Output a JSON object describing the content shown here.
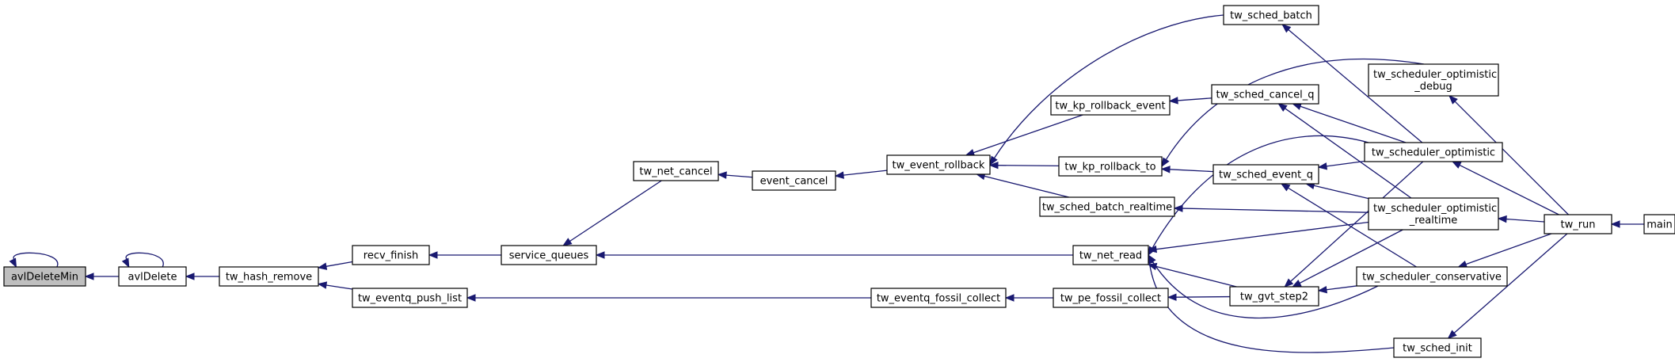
{
  "diagram": {
    "title": "",
    "colors": {
      "edge": "#191970",
      "focus_fill": "#bfbfbf",
      "node_fill": "#ffffff",
      "node_stroke": "#000000"
    },
    "focus_node": "avlDeleteMin",
    "nodes": [
      {
        "id": "avlDeleteMin",
        "lines": [
          "avlDeleteMin"
        ]
      },
      {
        "id": "avlDelete",
        "lines": [
          "avlDelete"
        ]
      },
      {
        "id": "tw_hash_remove",
        "lines": [
          "tw_hash_remove"
        ]
      },
      {
        "id": "recv_finish",
        "lines": [
          "recv_finish"
        ]
      },
      {
        "id": "tw_eventq_push_list",
        "lines": [
          "tw_eventq_push_list"
        ]
      },
      {
        "id": "service_queues",
        "lines": [
          "service_queues"
        ]
      },
      {
        "id": "tw_net_cancel",
        "lines": [
          "tw_net_cancel"
        ]
      },
      {
        "id": "event_cancel",
        "lines": [
          "event_cancel"
        ]
      },
      {
        "id": "tw_event_rollback",
        "lines": [
          "tw_event_rollback"
        ]
      },
      {
        "id": "tw_kp_rollback_event",
        "lines": [
          "tw_kp_rollback_event"
        ]
      },
      {
        "id": "tw_kp_rollback_to",
        "lines": [
          "tw_kp_rollback_to"
        ]
      },
      {
        "id": "tw_sched_batch_realtime",
        "lines": [
          "tw_sched_batch_realtime"
        ]
      },
      {
        "id": "tw_net_read",
        "lines": [
          "tw_net_read"
        ]
      },
      {
        "id": "tw_eventq_fossil_collect",
        "lines": [
          "tw_eventq_fossil_collect"
        ]
      },
      {
        "id": "tw_pe_fossil_collect",
        "lines": [
          "tw_pe_fossil_collect"
        ]
      },
      {
        "id": "tw_sched_batch",
        "lines": [
          "tw_sched_batch"
        ]
      },
      {
        "id": "tw_sched_cancel_q",
        "lines": [
          "tw_sched_cancel_q"
        ]
      },
      {
        "id": "tw_sched_event_q",
        "lines": [
          "tw_sched_event_q"
        ]
      },
      {
        "id": "tw_gvt_step2",
        "lines": [
          "tw_gvt_step2"
        ]
      },
      {
        "id": "tw_scheduler_optimistic_debug",
        "lines": [
          "tw_scheduler_optimistic",
          "_debug"
        ]
      },
      {
        "id": "tw_scheduler_optimistic",
        "lines": [
          "tw_scheduler_optimistic"
        ]
      },
      {
        "id": "tw_scheduler_optimistic_realtime",
        "lines": [
          "tw_scheduler_optimistic",
          "_realtime"
        ]
      },
      {
        "id": "tw_scheduler_conservative",
        "lines": [
          "tw_scheduler_conservative"
        ]
      },
      {
        "id": "tw_sched_init",
        "lines": [
          "tw_sched_init"
        ]
      },
      {
        "id": "tw_run",
        "lines": [
          "tw_run"
        ]
      },
      {
        "id": "main",
        "lines": [
          "main"
        ]
      }
    ],
    "edges": [
      {
        "from": "avlDeleteMin",
        "to": "avlDeleteMin"
      },
      {
        "from": "avlDeleteMin",
        "to": "avlDelete"
      },
      {
        "from": "avlDelete",
        "to": "avlDelete"
      },
      {
        "from": "avlDelete",
        "to": "tw_hash_remove"
      },
      {
        "from": "tw_hash_remove",
        "to": "recv_finish"
      },
      {
        "from": "tw_hash_remove",
        "to": "tw_eventq_push_list"
      },
      {
        "from": "recv_finish",
        "to": "service_queues"
      },
      {
        "from": "service_queues",
        "to": "tw_net_cancel"
      },
      {
        "from": "service_queues",
        "to": "tw_net_read"
      },
      {
        "from": "tw_net_cancel",
        "to": "event_cancel"
      },
      {
        "from": "event_cancel",
        "to": "tw_event_rollback"
      },
      {
        "from": "tw_event_rollback",
        "to": "tw_sched_batch"
      },
      {
        "from": "tw_event_rollback",
        "to": "tw_kp_rollback_event"
      },
      {
        "from": "tw_event_rollback",
        "to": "tw_kp_rollback_to"
      },
      {
        "from": "tw_event_rollback",
        "to": "tw_sched_batch_realtime"
      },
      {
        "from": "tw_kp_rollback_event",
        "to": "tw_sched_cancel_q"
      },
      {
        "from": "tw_kp_rollback_to",
        "to": "tw_sched_event_q"
      },
      {
        "from": "tw_kp_rollback_to",
        "to": "tw_scheduler_optimistic_debug"
      },
      {
        "from": "tw_sched_batch_realtime",
        "to": "tw_scheduler_optimistic_realtime"
      },
      {
        "from": "tw_net_read",
        "to": "tw_scheduler_optimistic"
      },
      {
        "from": "tw_net_read",
        "to": "tw_scheduler_optimistic_realtime"
      },
      {
        "from": "tw_net_read",
        "to": "tw_gvt_step2"
      },
      {
        "from": "tw_net_read",
        "to": "tw_scheduler_conservative"
      },
      {
        "from": "tw_net_read",
        "to": "tw_sched_init"
      },
      {
        "from": "tw_eventq_push_list",
        "to": "tw_eventq_fossil_collect"
      },
      {
        "from": "tw_eventq_fossil_collect",
        "to": "tw_pe_fossil_collect"
      },
      {
        "from": "tw_pe_fossil_collect",
        "to": "tw_gvt_step2"
      },
      {
        "from": "tw_sched_batch",
        "to": "tw_scheduler_optimistic"
      },
      {
        "from": "tw_sched_cancel_q",
        "to": "tw_scheduler_optimistic"
      },
      {
        "from": "tw_sched_cancel_q",
        "to": "tw_scheduler_optimistic_realtime"
      },
      {
        "from": "tw_sched_event_q",
        "to": "tw_scheduler_optimistic"
      },
      {
        "from": "tw_sched_event_q",
        "to": "tw_scheduler_optimistic_realtime"
      },
      {
        "from": "tw_sched_event_q",
        "to": "tw_scheduler_conservative"
      },
      {
        "from": "tw_gvt_step2",
        "to": "tw_scheduler_optimistic"
      },
      {
        "from": "tw_gvt_step2",
        "to": "tw_scheduler_optimistic_realtime"
      },
      {
        "from": "tw_gvt_step2",
        "to": "tw_scheduler_conservative"
      },
      {
        "from": "tw_scheduler_optimistic_debug",
        "to": "tw_run"
      },
      {
        "from": "tw_scheduler_optimistic",
        "to": "tw_run"
      },
      {
        "from": "tw_scheduler_optimistic_realtime",
        "to": "tw_run"
      },
      {
        "from": "tw_scheduler_conservative",
        "to": "tw_run"
      },
      {
        "from": "tw_sched_init",
        "to": "tw_run"
      },
      {
        "from": "tw_run",
        "to": "main"
      }
    ]
  }
}
